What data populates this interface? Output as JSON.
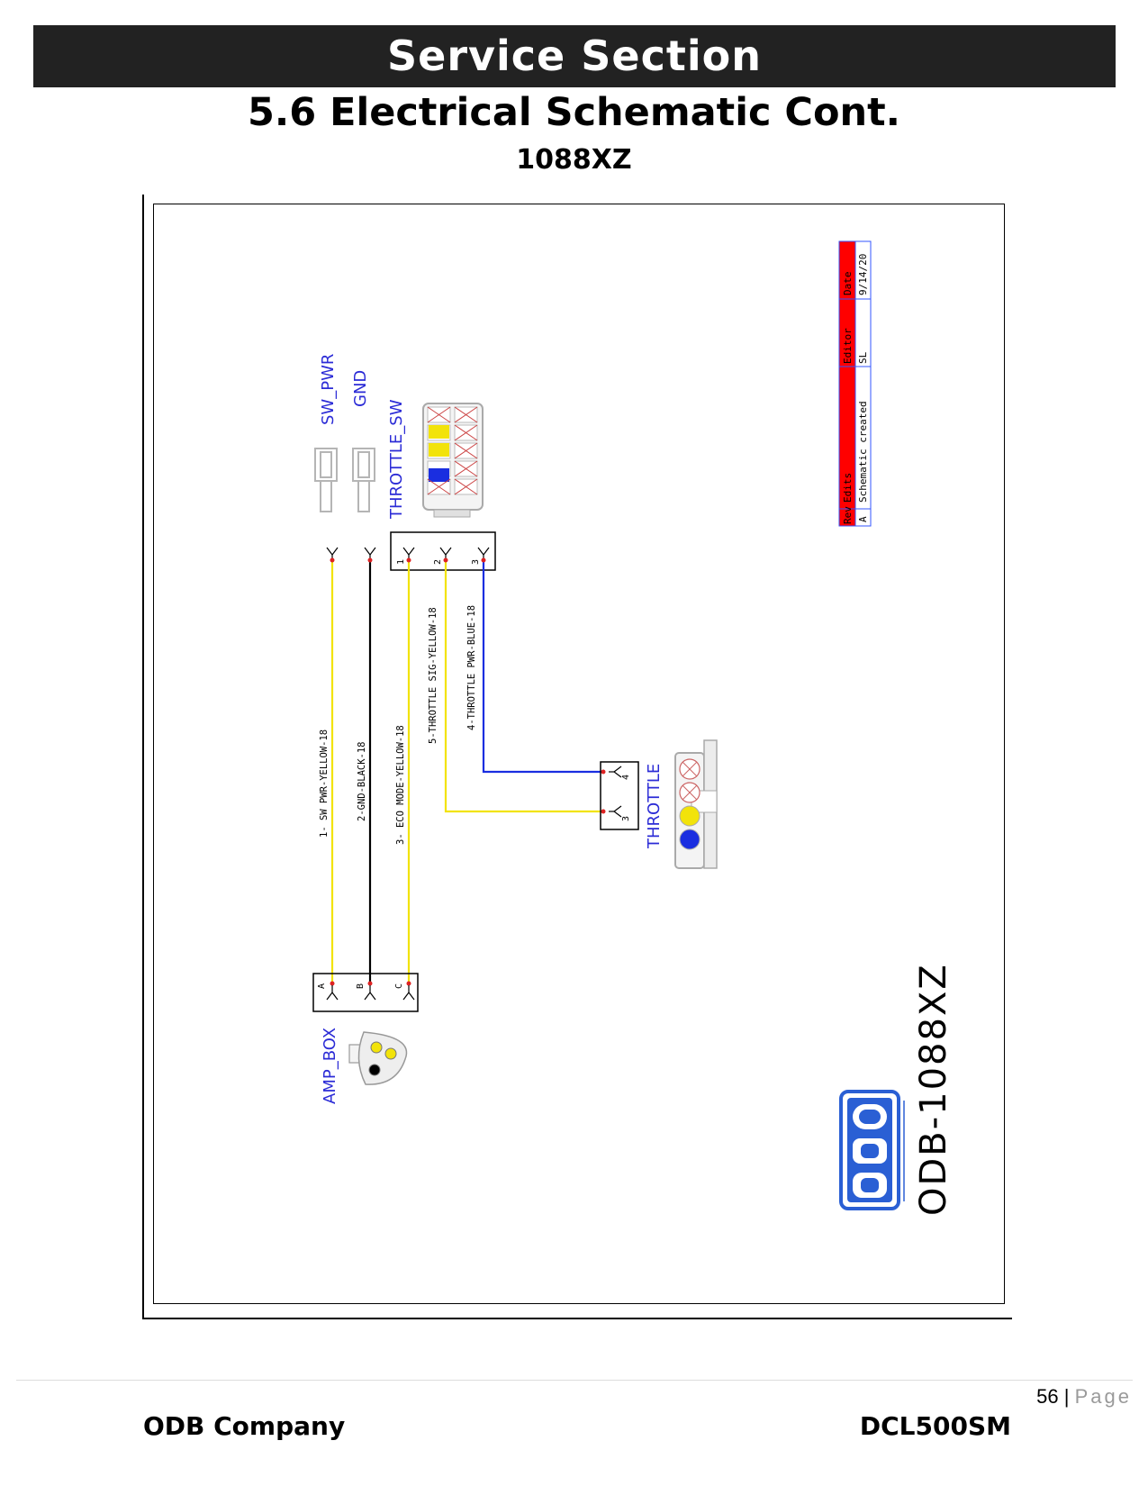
{
  "header": {
    "banner": "Service Section",
    "section_title": "5.6 Electrical Schematic Cont.",
    "model": "1088XZ"
  },
  "schematic": {
    "connectors": {
      "sw_pwr": "SW_PWR",
      "gnd": "GND",
      "throttle_sw": "THROTTLE_SW",
      "throttle": "THROTTLE",
      "amp_box": "AMP_BOX"
    },
    "wires": [
      {
        "label": "1- SW PWR-YELLOW-18",
        "color": "#f2e30a"
      },
      {
        "label": "2-GND-BLACK-18",
        "color": "#000000"
      },
      {
        "label": "3- ECO MODE-YELLOW-18",
        "color": "#f2e30a"
      },
      {
        "label": "5-THROTTLE SIG-YELLOW-18",
        "color": "#f2e30a"
      },
      {
        "label": "4-THROTTLE PWR-BLUE-18",
        "color": "#1a2ee0"
      }
    ],
    "pins_throttle_sw": [
      "1",
      "2",
      "3"
    ],
    "pins_throttle": [
      "4",
      "3"
    ],
    "pins_amp_box": [
      "A",
      "B",
      "C"
    ],
    "rev_table": {
      "headers": [
        "Rev",
        "Edits",
        "Editor",
        "Date"
      ],
      "row": [
        "A",
        "Schematic created",
        "SL",
        "9/14/20"
      ]
    },
    "drawing_number": "ODB-1088XZ",
    "label_color": "#2b2bd6",
    "header_fill": "#ff0000"
  },
  "footer": {
    "page_number": "56",
    "separator": "|",
    "page_word": "Page",
    "company": "ODB Company",
    "manual": "DCL500SM"
  }
}
